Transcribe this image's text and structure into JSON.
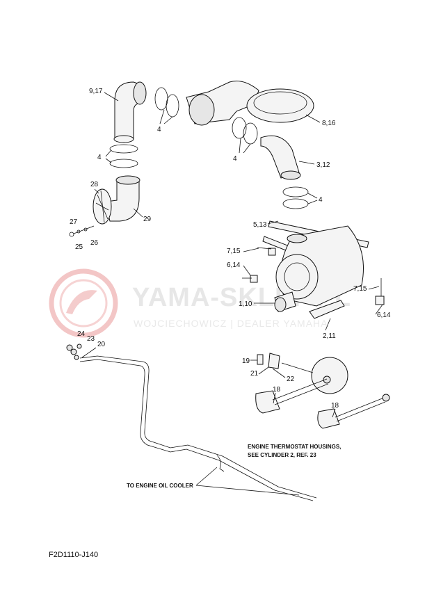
{
  "diagram_code": "F2D1110-J140",
  "watermark": {
    "brand": "YAMA-SKLEP.PL",
    "tagline": "WOJCIECHOWICZ | DEALER YAMAHA"
  },
  "notes": {
    "oil_cooler": "TO ENGINE OIL COOLER",
    "thermostat_line1": "ENGINE THERMOSTAT HOUSINGS,",
    "thermostat_line2": "SEE CYLINDER 2, REF. 23"
  },
  "callouts": {
    "c_9_17": "9,17",
    "c_4a": "4",
    "c_4b": "4",
    "c_4c": "4",
    "c_4d": "4",
    "c_8_16": "8,16",
    "c_3_12": "3,12",
    "c_28": "28",
    "c_29": "29",
    "c_27": "27",
    "c_26": "26",
    "c_25": "25",
    "c_5_13": "5,13",
    "c_7_15a": "7,15",
    "c_6_14a": "6,14",
    "c_7_15b": "7,15",
    "c_6_14b": "6,14",
    "c_1_10": "1,10",
    "c_2_11": "2,11",
    "c_24": "24",
    "c_23": "23",
    "c_20": "20",
    "c_19": "19",
    "c_21": "21",
    "c_22": "22",
    "c_18a": "18",
    "c_18b": "18"
  },
  "colors": {
    "line": "#111111",
    "watermark_logo": "#f3c6c6",
    "watermark_text": "#e7e7e7"
  }
}
